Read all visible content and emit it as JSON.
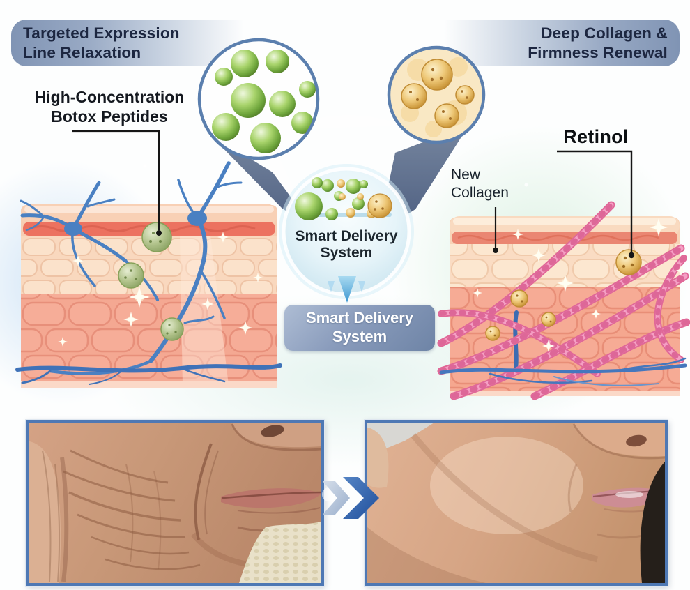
{
  "banners": {
    "top_left": {
      "line1": "Targeted Expression",
      "line2": "Line Relaxation"
    },
    "top_right": {
      "line1": "Deep Collagen &",
      "line2": "Firmness Renewal"
    }
  },
  "callouts": {
    "botox": {
      "line1": "High-Concentration",
      "line2": "Botox Peptides"
    },
    "retinol": {
      "label": "Retinol"
    },
    "new_collagen": {
      "line1": "New",
      "line2": "Collagen"
    }
  },
  "delivery": {
    "circle": {
      "line1": "Smart Delivery",
      "line2": "System"
    },
    "banner": {
      "line1": "Smart Delivery",
      "line2": "System"
    }
  },
  "icons": {
    "magnifier_green": "green-botox-peptide-spheres-icon",
    "magnifier_gold": "gold-retinol-spheres-icon",
    "down_arrow": "down-arrow-icon",
    "before_after_arrow": "double-chevron-right-icon",
    "sparkle": "sparkle-icon"
  },
  "figures": {
    "left_illustration": "skin-cross-section-nerves-botox-peptides",
    "right_illustration": "skin-cross-section-new-collagen-retinol",
    "before_photo": "wrinkled-lower-face-before",
    "after_photo": "smooth-lower-face-after"
  },
  "colors": {
    "banner_slate": "#8094b4",
    "heading_text": "#1d2741",
    "delivery_banner_text": "#ffffff",
    "photo_border": "#4e78b4",
    "chevron_blue": "#2c5ea9",
    "green_sphere": "#7ab648",
    "gold_sphere": "#d9a93c",
    "nerve_blue": "#4a80c2",
    "collagen_pink": "#ee7fae",
    "skin_peach": "#f8cfb4",
    "skin_pink": "#f2a090"
  }
}
